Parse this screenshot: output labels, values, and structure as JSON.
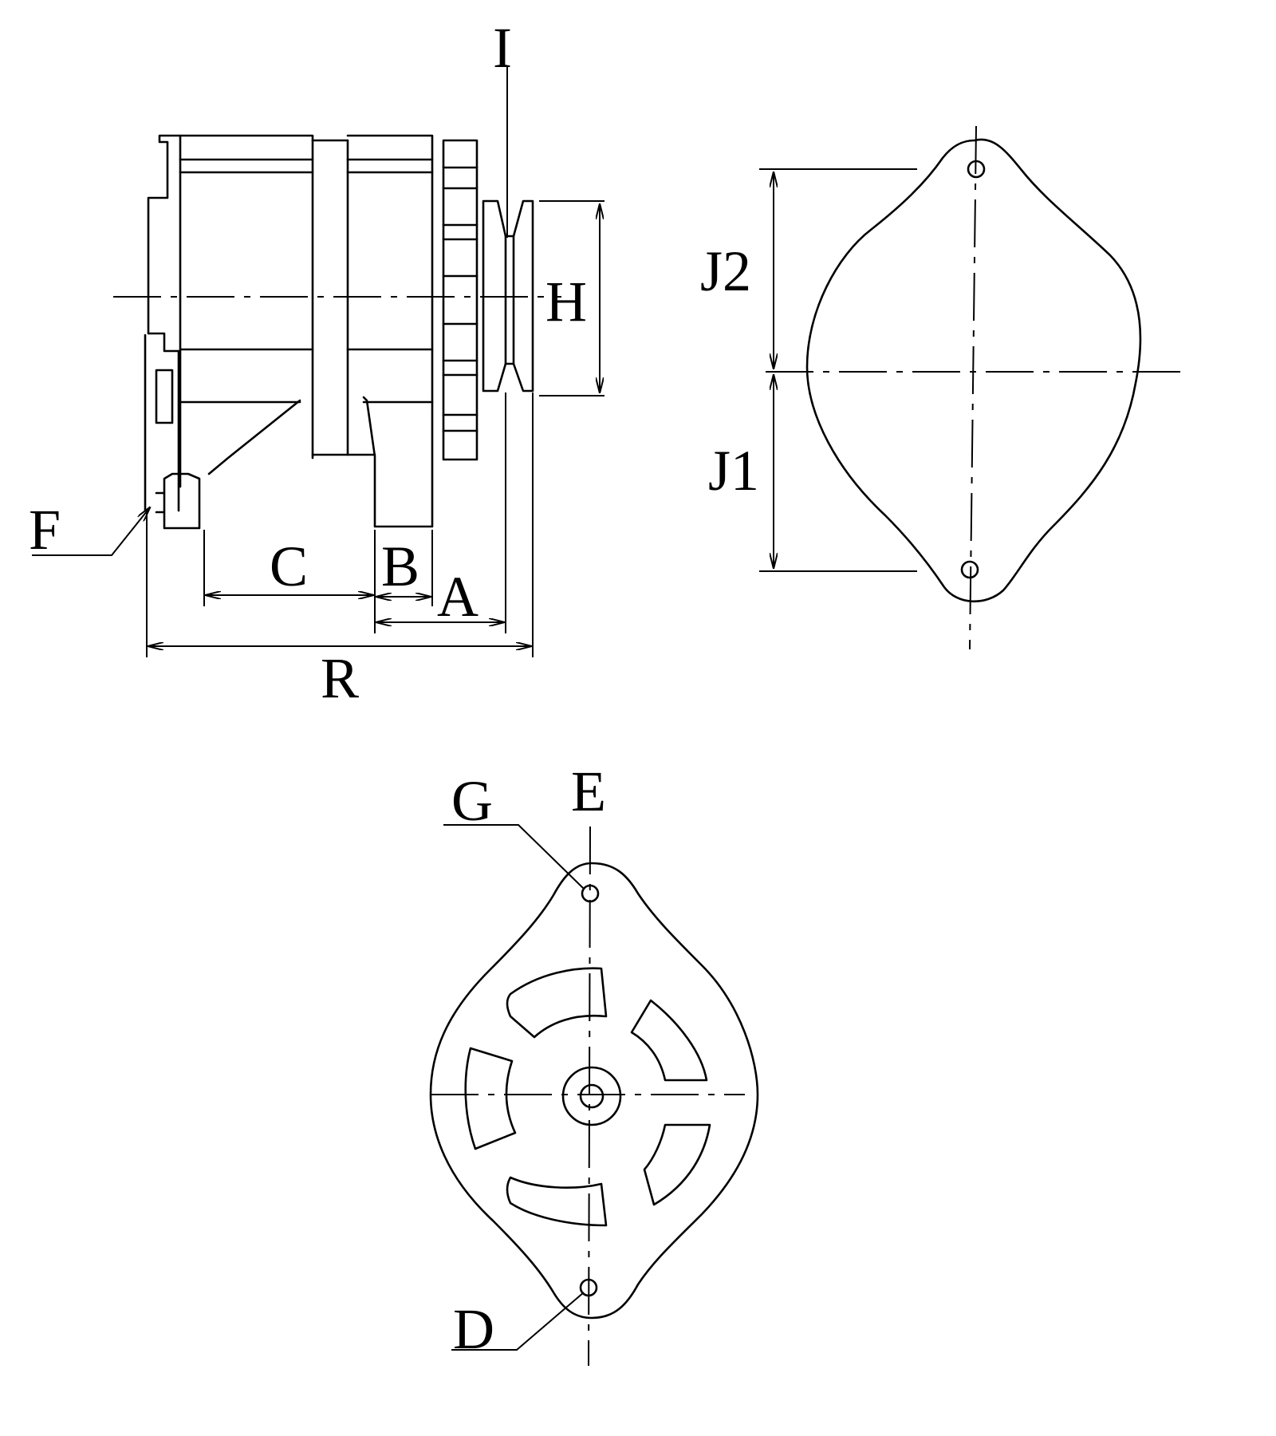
{
  "labels": {
    "I": "I",
    "H": "H",
    "F": "F",
    "C": "C",
    "B": "B",
    "A": "A",
    "R": "R",
    "J2": "J2",
    "J1": "J1",
    "G": "G",
    "E": "E",
    "D": "D"
  }
}
